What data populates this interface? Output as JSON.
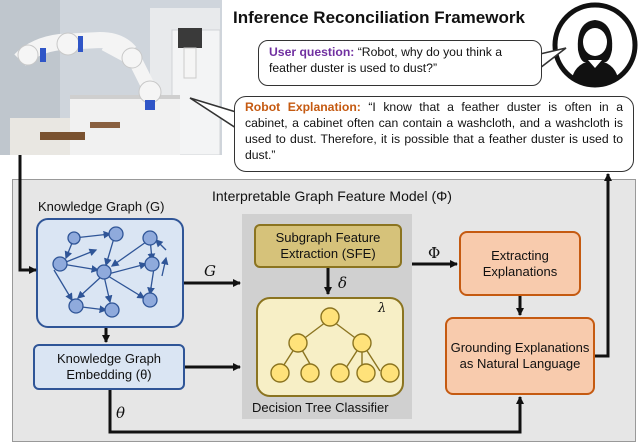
{
  "header": {
    "title": "Inference Reconciliation Framework"
  },
  "user_bubble": {
    "label": "User question:",
    "text": " “Robot, why do you think a feather duster is used to dust?”"
  },
  "robot_bubble": {
    "label": "Robot Explanation:",
    "text": " “I know that a feather duster is often in a cabinet, a cabinet often can contain a washcloth, and a washcloth is used to dust. Therefore, it is possible that a feather duster is used to dust.”"
  },
  "model": {
    "title": "Interpretable Graph Feature Model (Φ)"
  },
  "nodes": {
    "knowledge_graph_title": "Knowledge Graph (G)",
    "kg_embedding": "Knowledge Graph Embedding (θ)",
    "sfe": "Subgraph Feature Extraction (SFE)",
    "decision_tree": "Decision Tree Classifier",
    "extracting": "Extracting Explanations",
    "grounding": "Grounding Explanations as Natural Language"
  },
  "symbols": {
    "G": "G",
    "Phi": "Φ",
    "delta": "δ",
    "lambda": "λ",
    "theta": "θ"
  },
  "colors": {
    "user_label": "#7030a0",
    "robot_label": "#c55a11",
    "kg_fill": "#dae5f3",
    "kg_stroke": "#2f5597",
    "sfe_fill": "#d6c27a",
    "tree_node": "#ffe27a",
    "explain_fill": "#f8cbad",
    "explain_stroke": "#c55a11",
    "panel_fill": "#e6e6e6"
  },
  "icons": [
    "user-avatar-icon",
    "robot-arm-photo"
  ]
}
